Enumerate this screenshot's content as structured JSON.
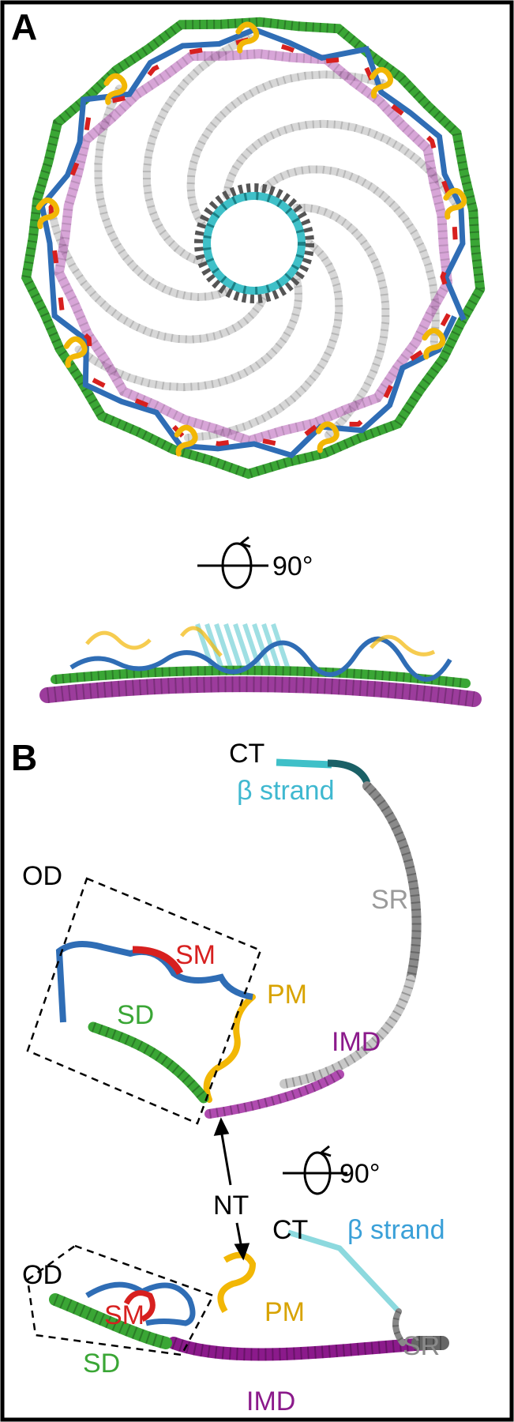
{
  "panels": {
    "a": {
      "label": "A",
      "rotation": "90°"
    },
    "b": {
      "label": "B",
      "top": {
        "ct": "CT",
        "beta": "β strand",
        "sr": "SR",
        "od": "OD",
        "sm": "SM",
        "sd": "SD",
        "pm": "PM",
        "imd": "IMD",
        "nt": "NT",
        "rotation": "90°"
      },
      "bottom": {
        "od": "OD",
        "sm": "SM",
        "sd": "SD",
        "pm": "PM",
        "ct": "CT",
        "beta": "β strand",
        "sr": "SR",
        "imd": "IMD"
      }
    }
  },
  "colors": {
    "sd": "#3aa635",
    "linker": "#2f6db5",
    "sm": "#d7201f",
    "pm": "#f2b705",
    "imd": "#b04bb0",
    "imd_dark": "#8b1a8b",
    "sr": "#9a9a9a",
    "beta": "#3fc0c8",
    "beta_label": "#3aa0d8"
  }
}
